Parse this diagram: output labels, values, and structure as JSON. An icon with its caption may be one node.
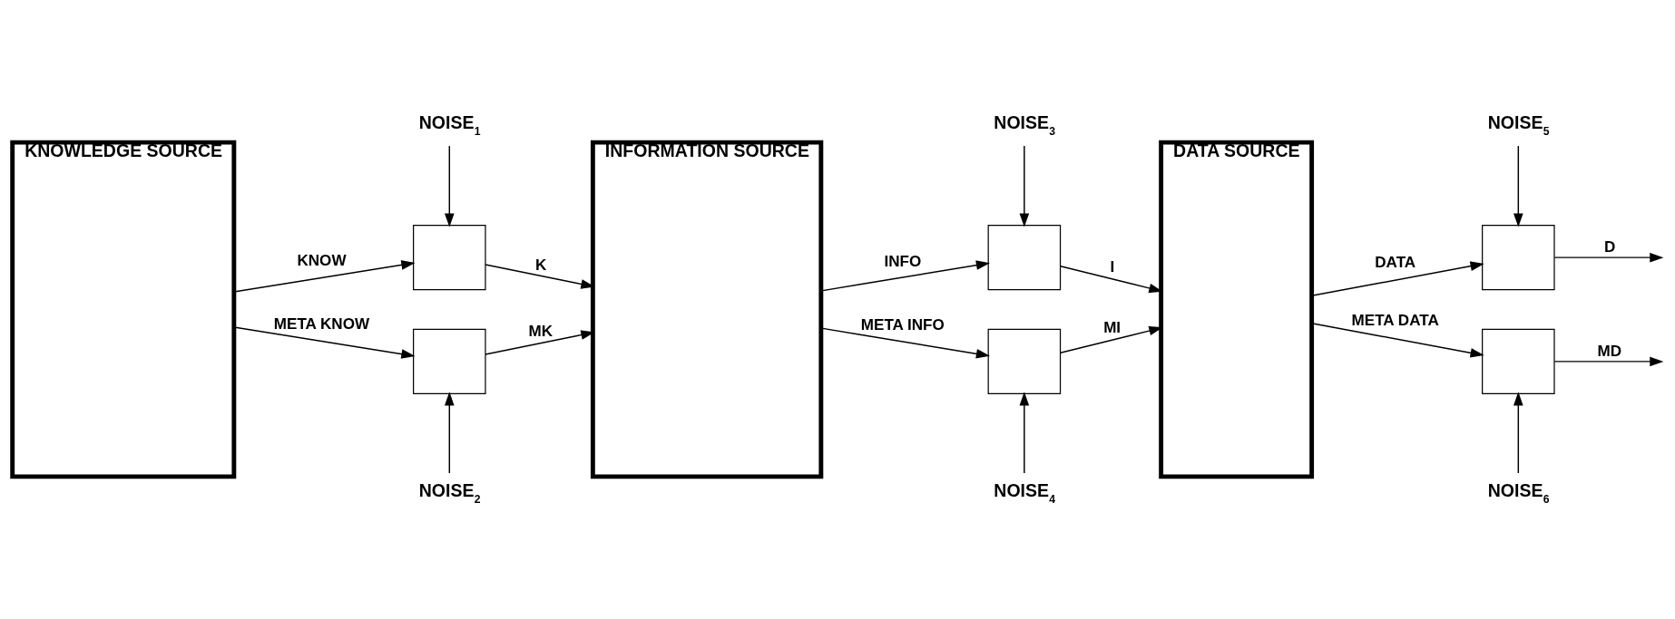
{
  "diagram": {
    "nodes": [
      {
        "text": [
          "KNOWLEDGE SOURCE"
        ]
      },
      {
        "text": [
          "NOISE$_{1}$"
        ]
      },
      {
        "text": [],
        "shape": "box"
      },
      {
        "text": [],
        "shape": "box"
      },
      {
        "text": [
          "NOISE$_{2}$"
        ]
      },
      {
        "text": [
          "INFORMATION SOURCE"
        ]
      },
      {
        "text": [
          "NOISE$_{3}$"
        ]
      },
      {
        "text": [],
        "shape": "box"
      },
      {
        "text": [],
        "shape": "box"
      },
      {
        "text": [
          "NOISE$_{4}$"
        ]
      },
      {
        "text": [
          "DATA SOURCE"
        ]
      },
      {
        "text": [
          "NOISE$_{5}$"
        ]
      },
      {
        "text": [],
        "shape": "box"
      },
      {
        "text": [],
        "shape": "box"
      },
      {
        "text": [
          "NOISE$_{6}$"
        ]
      }
    ],
    "edges": [
      {
        "from": 0,
        "to": 2,
        "arrow": "to",
        "label": "KNOW"
      },
      {
        "from": 0,
        "to": 3,
        "arrow": "to",
        "label": "META KNOW"
      },
      {
        "from": 1,
        "to": 2,
        "arrow": "to"
      },
      {
        "from": 4,
        "to": 3,
        "arrow": "to"
      },
      {
        "from": 2,
        "to": 5,
        "arrow": "to",
        "label": "K"
      },
      {
        "from": 3,
        "to": 5,
        "arrow": "to",
        "label": "MK"
      },
      {
        "from": 5,
        "to": 7,
        "arrow": "to",
        "label": "INFO"
      },
      {
        "from": 5,
        "to": 8,
        "arrow": "to",
        "label": "META INFO"
      },
      {
        "from": 6,
        "to": 7,
        "arrow": "to"
      },
      {
        "from": 9,
        "to": 8,
        "arrow": "to"
      },
      {
        "from": 7,
        "to": 10,
        "arrow": "to",
        "label": "I"
      },
      {
        "from": 8,
        "to": 10,
        "arrow": "to",
        "label": "MI"
      },
      {
        "from": 10,
        "to": 12,
        "arrow": "to",
        "label": "DATA"
      },
      {
        "from": 10,
        "to": 13,
        "arrow": "to",
        "label": "META DATA"
      },
      {
        "from": 11,
        "to": 12,
        "arrow": "to"
      },
      {
        "from": 14,
        "to": 13,
        "arrow": "to"
      },
      {
        "from": 12,
        "to": null,
        "arrow": "to",
        "label": "D"
      },
      {
        "from": 13,
        "to": null,
        "arrow": "to",
        "label": "MD"
      }
    ]
  }
}
